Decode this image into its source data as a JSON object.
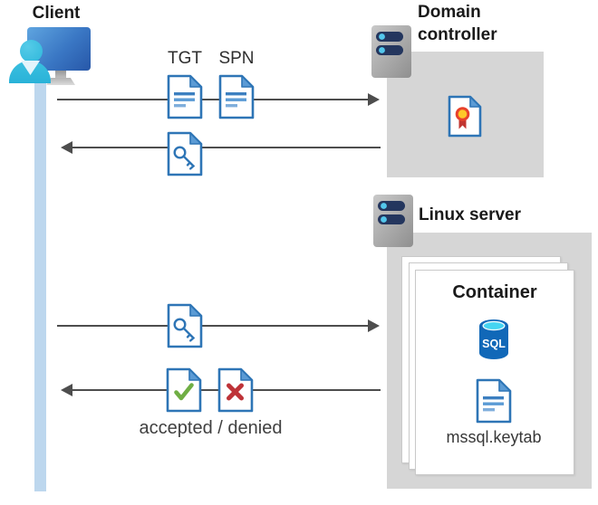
{
  "client": {
    "label": "Client"
  },
  "messages": {
    "tgt": "TGT",
    "spn": "SPN",
    "result": "accepted / denied"
  },
  "domain_controller": {
    "title": "Domain controller"
  },
  "linux_server": {
    "title": "Linux server"
  },
  "container": {
    "title": "Container",
    "sql_badge": "SQL",
    "keytab_file": "mssql.keytab"
  },
  "icons": {
    "client": "monitor-with-user",
    "domain_controller": "server-rack",
    "linux_server": "server-rack",
    "certificate": "document-with-ribbon-seal",
    "tgt": "document-with-lines",
    "spn": "document-with-lines",
    "session_key": "document-with-key",
    "accepted": "document-with-green-check",
    "denied": "document-with-red-x",
    "sql": "sql-database-cylinder",
    "keytab": "document-with-lines"
  },
  "colors": {
    "doc_border": "#2e75b6",
    "doc_fold": "#5b9bd5",
    "line_dark": "#3c7fc0",
    "line_mid": "#5b9bd5",
    "line_light": "#7faedc",
    "arrow": "#4d4d4d",
    "box_gray": "#d6d6d6",
    "lifeline": "#bdd7ee",
    "check_green": "#6fae44",
    "x_red": "#be3338",
    "rosette_yellow": "#ffc829",
    "rosette_ring": "#e8412c",
    "ribbon_red": "#c13530",
    "server_bar": "#24365e",
    "server_dot": "#53c7ec",
    "sql_body": "#1168b8",
    "sql_top": "#45d5f2"
  }
}
